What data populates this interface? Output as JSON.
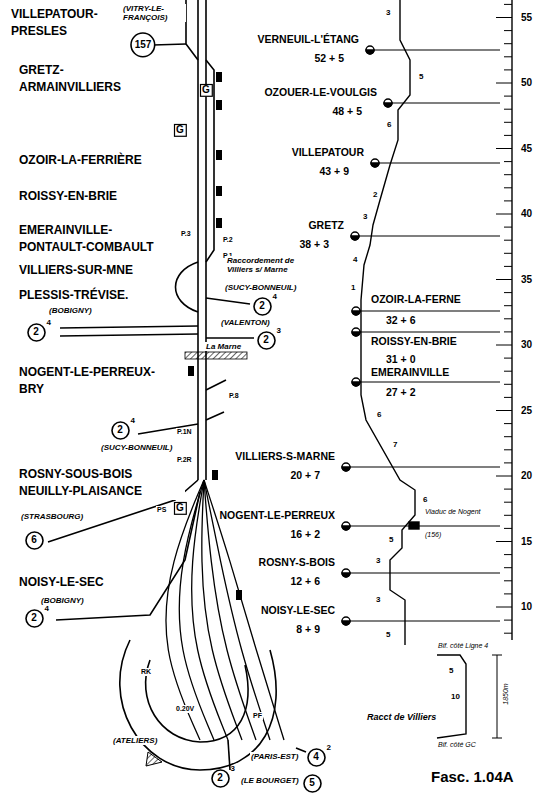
{
  "diagram": {
    "nodes": [
      {
        "text": [
          "157"
        ]
      },
      {
        "text": [
          "G"
        ]
      },
      {
        "text": [
          "G"
        ]
      },
      {
        "text": [
          "2",
          "4"
        ]
      },
      {
        "text": [
          "2",
          "4"
        ]
      },
      {
        "text": [
          "2",
          "3"
        ]
      },
      {
        "text": [
          "2",
          "4"
        ]
      },
      {
        "text": [
          "G"
        ]
      },
      {
        "text": [
          "6"
        ]
      },
      {
        "text": [
          "2",
          "4"
        ]
      },
      {
        "text": [
          "4",
          "2"
        ]
      },
      {
        "text": [
          "2",
          "3"
        ]
      },
      {
        "text": [
          "5"
        ]
      }
    ],
    "labels": [
      "VILLEPATOUR-PRESLES",
      "(VITRY-LE-FRANÇOIS)",
      "GRETZ-ARMAINVILLIERS",
      "OZOIR-LA-FERRIÈRE",
      "ROISSY-EN-BRIE",
      "P.3",
      "P.2",
      "EMERAINVILLE-PONTAULT-COMBAULT",
      "P.1",
      "VILLIERS-SUR-MNE",
      "Raccordement de Villiers s/ Marne",
      "(SUCY-BONNEUIL)",
      "PLESSIS-TRÉVISE.",
      "(BOBIGNY)",
      "(VALENTON)",
      "La Marne",
      "NOGENT-LE-PERREUX-BRY",
      "P.8",
      "(SUCY-BONNEUIL)",
      "P.1N",
      "P.2R",
      "ROSNY-SOUS-BOIS NEUILLY-PLAISANCE",
      "PS",
      "(STRASBOURG)",
      "NOISY-LE-SEC",
      "(BOBIGNY)",
      "RK",
      "0.20V",
      "PF",
      "(ATELIERS)",
      "(PARIS-EST)",
      "(LE BOURGET)",
      "VERNEUIL-L'ÉTANG",
      "52 + 5",
      "OZOUER-LE-VOULGIS",
      "48 + 5",
      "VILLEPATOUR",
      "43 + 9",
      "GRETZ",
      "38 + 3",
      "OZOIR-LA-FERNE",
      "32 + 6",
      "ROISSY-EN-BRIE",
      "31 + 0",
      "EMERAINVILLE",
      "27 + 2",
      "VILLIERS-S-MARNE",
      "20 + 7",
      "NOGENT-LE-PERREUX",
      "16 + 2",
      "ROSNY-S-BOIS",
      "12 + 6",
      "NOISY-LE-SEC",
      "8 + 9",
      "Viaduc de Nogent",
      "(156)",
      "3",
      "5",
      "6",
      "2",
      "3",
      "4",
      "1",
      "6",
      "7",
      "6",
      "5",
      "3",
      "3",
      "5",
      "55",
      "50",
      "45",
      "40",
      "35",
      "30",
      "25",
      "20",
      "15",
      "10",
      "Bif. côté Ligne 4",
      "5",
      "10",
      "1850m",
      "Racct de Villiers",
      "Bif. côté GC",
      "Fasc. 1.04A"
    ]
  }
}
